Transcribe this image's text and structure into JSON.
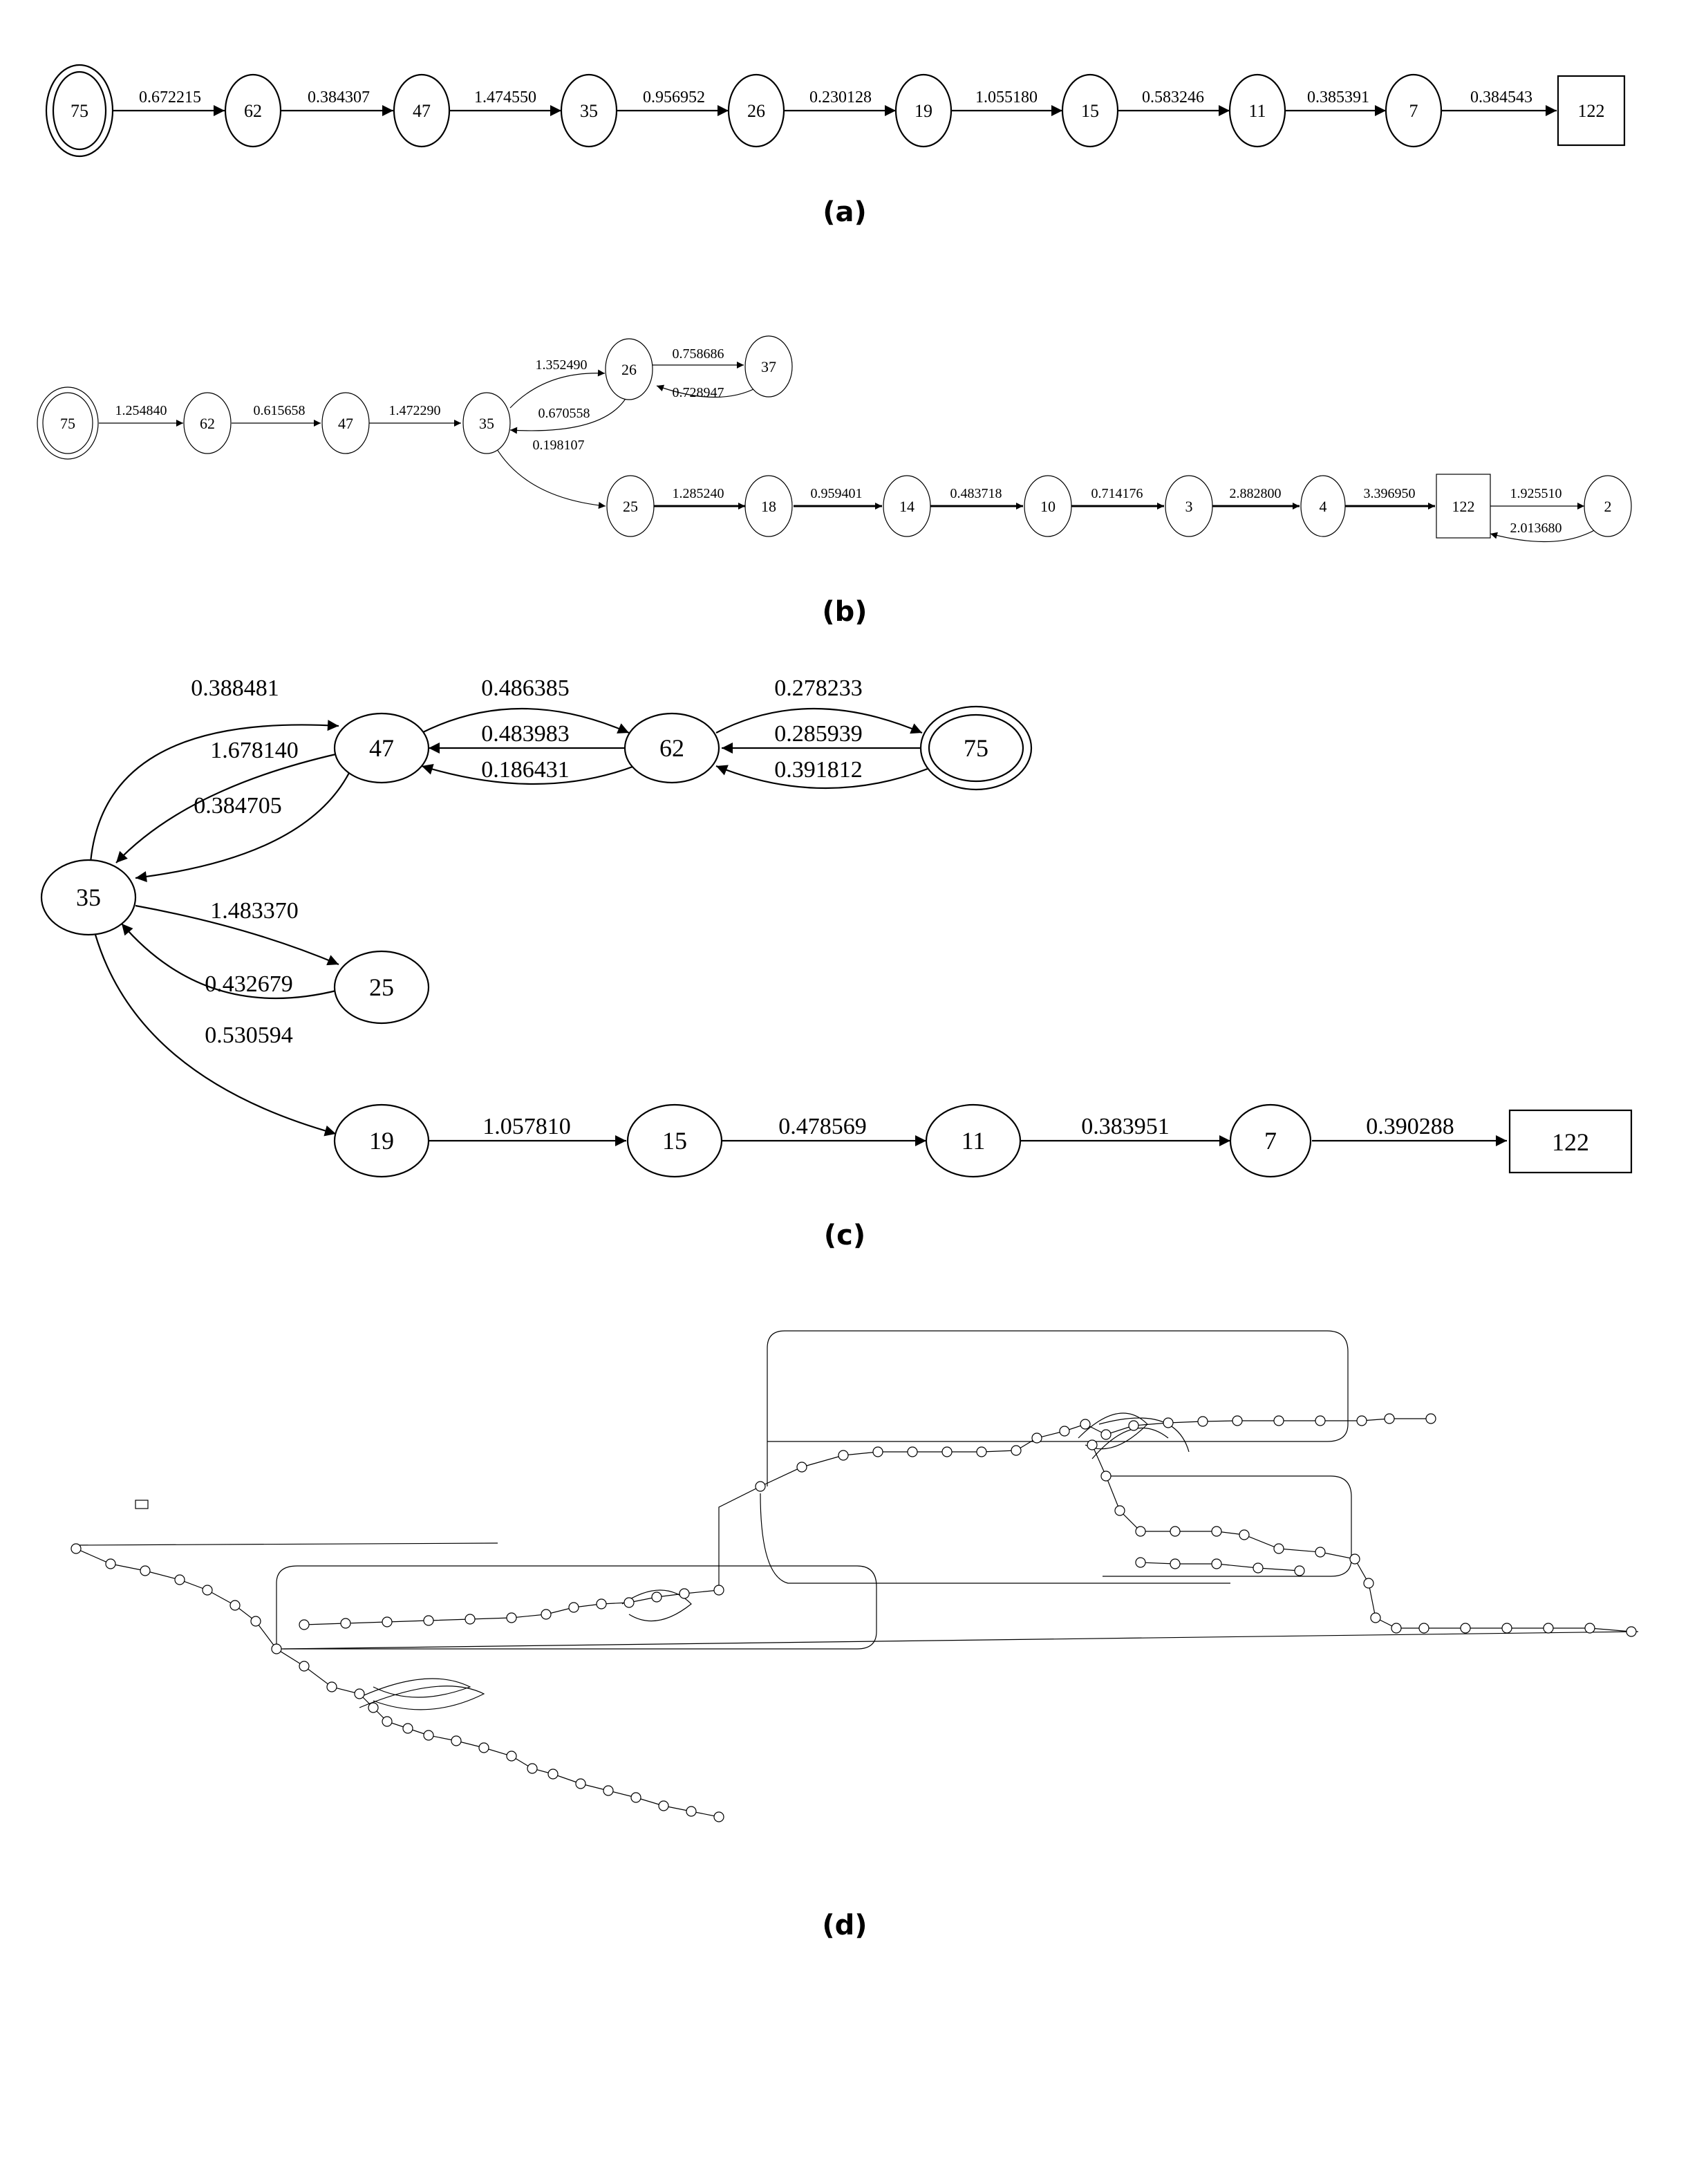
{
  "captions": {
    "a": "(a)",
    "b": "(b)",
    "c": "(c)",
    "d": "(d)"
  },
  "panel_a": {
    "nodes": {
      "n75": "75",
      "n62": "62",
      "n47": "47",
      "n35": "35",
      "n26": "26",
      "n19": "19",
      "n15": "15",
      "n11": "11",
      "n7": "7",
      "n122": "122"
    },
    "edges": {
      "e75_62": "0.672215",
      "e62_47": "0.384307",
      "e47_35": "1.474550",
      "e35_26": "0.956952",
      "e26_19": "0.230128",
      "e19_15": "1.055180",
      "e15_11": "0.583246",
      "e11_7": "0.385391",
      "e7_122": "0.384543"
    }
  },
  "panel_b": {
    "nodes": {
      "n75": "75",
      "n62": "62",
      "n47": "47",
      "n35": "35",
      "n26": "26",
      "n37": "37",
      "n25": "25",
      "n18": "18",
      "n14": "14",
      "n10": "10",
      "n3": "3",
      "n4": "4",
      "n122": "122",
      "n2": "2"
    },
    "edges": {
      "e75_62": "1.254840",
      "e62_47": "0.615658",
      "e47_35": "1.472290",
      "e35_26": "1.352490",
      "e26_35": "0.670558",
      "e35_25": "0.198107",
      "e26_37": "0.758686",
      "e37_26": "0.728947",
      "e25_18": "1.285240",
      "e18_14": "0.959401",
      "e14_10": "0.483718",
      "e10_3": "0.714176",
      "e3_4": "2.882800",
      "e4_122": "3.396950",
      "e122_2": "1.925510",
      "e2_122": "2.013680"
    }
  },
  "panel_c": {
    "nodes": {
      "n47": "47",
      "n62": "62",
      "n75": "75",
      "n35": "35",
      "n25": "25",
      "n19": "19",
      "n15": "15",
      "n11": "11",
      "n7": "7",
      "n122": "122"
    },
    "edges": {
      "e35_47": "0.388481",
      "e47_62": "0.486385",
      "e62_47a": "0.483983",
      "e62_47b": "0.186431",
      "e62_75": "0.278233",
      "e75_62a": "0.285939",
      "e75_62b": "0.391812",
      "e47_35a": "1.678140",
      "e47_35b": "0.384705",
      "e35_25": "1.483370",
      "e25_35": "0.432679",
      "e35_19": "0.530594",
      "e19_15": "1.057810",
      "e15_11": "0.478569",
      "e11_7": "0.383951",
      "e7_122": "0.390288"
    }
  }
}
